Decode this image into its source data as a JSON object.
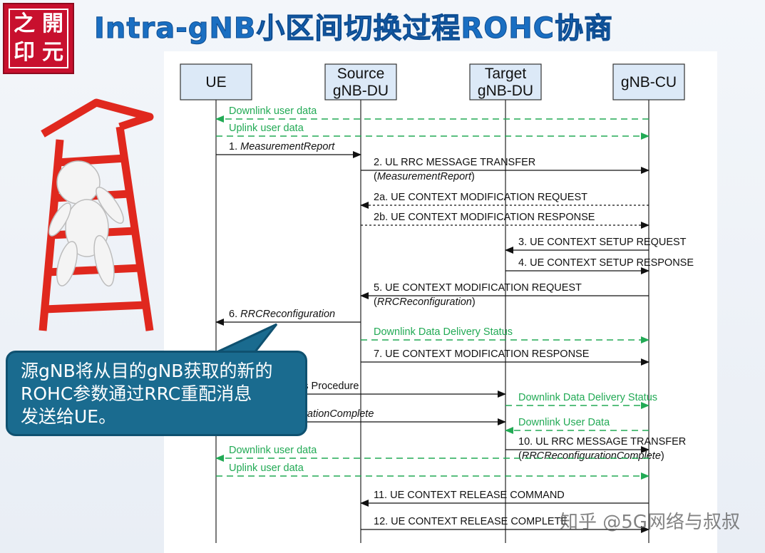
{
  "logo": {
    "chars": [
      "之",
      "開",
      "印",
      "元"
    ]
  },
  "title": "Intra-gNB小区间切换过程ROHC协商",
  "colors": {
    "title": "#1a6fc2",
    "green_flow": "#22aa55",
    "callout_bg": "#1a6b8f",
    "logo_red": "#c8102e",
    "ladder_red": "#e0281e"
  },
  "entities": [
    {
      "id": "ue",
      "lines": [
        "UE"
      ]
    },
    {
      "id": "sdu",
      "lines": [
        "Source",
        "gNB-DU"
      ]
    },
    {
      "id": "tdu",
      "lines": [
        "Target",
        "gNB-DU"
      ]
    },
    {
      "id": "cu",
      "lines": [
        "gNB-CU"
      ]
    }
  ],
  "messages": [
    {
      "from": "cu",
      "to": "ue",
      "style": "green-dash",
      "label": "Downlink user data"
    },
    {
      "from": "ue",
      "to": "cu",
      "style": "green-dash",
      "label": "Uplink user data"
    },
    {
      "from": "ue",
      "to": "sdu",
      "style": "solid",
      "label": "1. ",
      "label_italic": "MeasurementReport"
    },
    {
      "from": "sdu",
      "to": "cu",
      "style": "solid",
      "label": "2. UL RRC MESSAGE TRANSFER",
      "sub_italic": "MeasurementReport"
    },
    {
      "from": "cu",
      "to": "sdu",
      "style": "dotted",
      "label": "2a. UE CONTEXT MODIFICATION REQUEST"
    },
    {
      "from": "sdu",
      "to": "cu",
      "style": "dotted",
      "label": "2b. UE CONTEXT MODIFICATION RESPONSE"
    },
    {
      "from": "cu",
      "to": "tdu",
      "style": "solid",
      "label": "3. UE CONTEXT SETUP REQUEST"
    },
    {
      "from": "tdu",
      "to": "cu",
      "style": "solid",
      "label": "4. UE CONTEXT SETUP RESPONSE"
    },
    {
      "from": "cu",
      "to": "sdu",
      "style": "solid",
      "label": "5. UE CONTEXT MODIFICATION REQUEST",
      "sub_italic": "RRCReconfiguration"
    },
    {
      "from": "sdu",
      "to": "ue",
      "style": "solid",
      "label": "6. ",
      "label_italic": "RRCReconfiguration"
    },
    {
      "from": "sdu",
      "to": "cu",
      "style": "green-dash",
      "label": "Downlink Data Delivery Status"
    },
    {
      "from": "sdu",
      "to": "cu",
      "style": "solid",
      "label": "7. UE CONTEXT MODIFICATION RESPONSE"
    },
    {
      "from": "ue",
      "to": "tdu",
      "style": "solid",
      "label": "ss Procedure"
    },
    {
      "from": "tdu",
      "to": "cu",
      "style": "green-dash",
      "label": "Downlink Data Delivery Status"
    },
    {
      "from": "ue",
      "to": "tdu",
      "style": "solid",
      "label": "",
      "label_italic": "urationComplete"
    },
    {
      "from": "cu",
      "to": "tdu",
      "style": "green-dash",
      "label": "Downlink User Data"
    },
    {
      "from": "tdu",
      "to": "cu",
      "style": "solid",
      "label": "10. UL RRC MESSAGE TRANSFER",
      "sub_italic": "RRCReconfigurationComplete"
    },
    {
      "from": "cu",
      "to": "ue",
      "style": "green-dash",
      "label": "Downlink user data"
    },
    {
      "from": "ue",
      "to": "cu",
      "style": "green-dash",
      "label": "Uplink user data"
    },
    {
      "from": "cu",
      "to": "sdu",
      "style": "solid",
      "label": "11. UE CONTEXT RELEASE COMMAND"
    },
    {
      "from": "sdu",
      "to": "cu",
      "style": "solid",
      "label": "12. UE CONTEXT RELEASE COMPLETE"
    }
  ],
  "callout": {
    "lines": [
      "源gNB将从目的gNB获取的新的",
      "ROHC参数通过RRC重配消息",
      "发送给UE。"
    ]
  },
  "watermark": "知乎 @5G网络与叔叔"
}
